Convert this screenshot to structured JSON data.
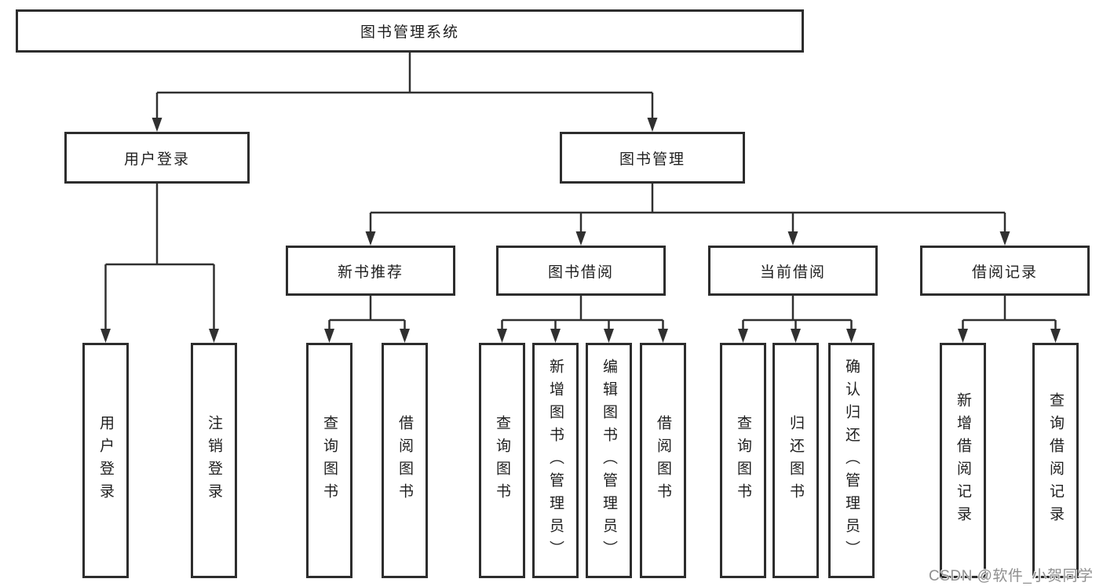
{
  "colors": {
    "line": "#303030",
    "box_border": "#2d2d2d",
    "text": "#1f1f1f",
    "background": "#ffffff",
    "watermark": "#8f8f8f"
  },
  "diagram": {
    "type": "tree-structure-chart",
    "root": {
      "label": "图书管理系统"
    },
    "branches": [
      {
        "label": "用户登录",
        "children": [
          "用户登录",
          "注销登录"
        ]
      },
      {
        "label": "图书管理",
        "children": [
          {
            "label": "新书推荐",
            "children": [
              "查询图书",
              "借阅图书"
            ]
          },
          {
            "label": "图书借阅",
            "children": [
              "查询图书",
              "新增图书（管理员）",
              "编辑图书（管理员）",
              "借阅图书"
            ]
          },
          {
            "label": "当前借阅",
            "children": [
              "查询图书",
              "归还图书",
              "确认归还（管理员）"
            ]
          },
          {
            "label": "借阅记录",
            "children": [
              "新增借阅记录",
              "查询借阅记录"
            ]
          }
        ]
      }
    ]
  },
  "watermark": {
    "text": "CSDN @软件_小贺同学"
  }
}
